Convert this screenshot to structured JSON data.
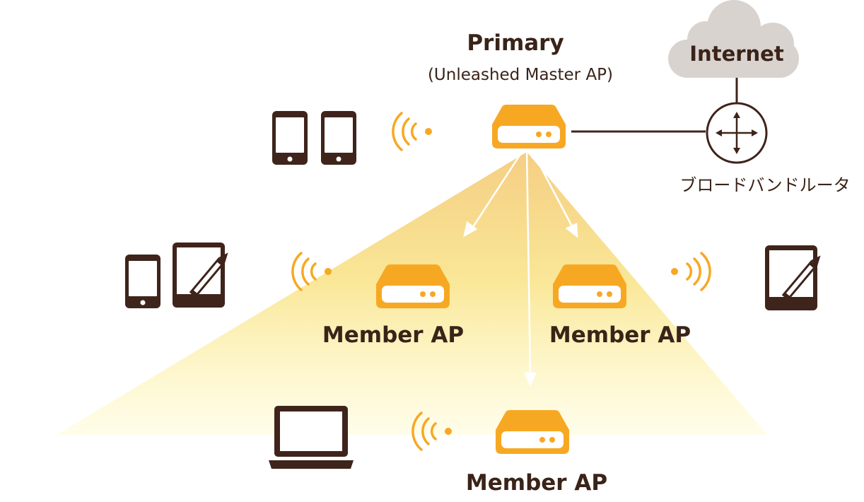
{
  "labels": {
    "primary_title": "Primary",
    "primary_subtitle": "(Unleashed Master AP)",
    "internet": "Internet",
    "router": "ブロードバンドルータ",
    "member_left": "Member AP",
    "member_right": "Member AP",
    "member_bottom": "Member AP"
  },
  "icons": {
    "cloud": "cloud-icon",
    "router": "router-icon",
    "access_point": "access-point-icon",
    "smartphone": "smartphone-icon",
    "tablet_pen": "tablet-pen-icon",
    "laptop": "laptop-icon",
    "wifi_signal": "wifi-signal-icon"
  },
  "colors": {
    "ap_orange": "#f7a823",
    "dark_brown": "#3f241b",
    "cloud_gray": "#d9d3d0",
    "coverage_yellow": "#fff07a",
    "coverage_orange": "#f5c86a"
  }
}
